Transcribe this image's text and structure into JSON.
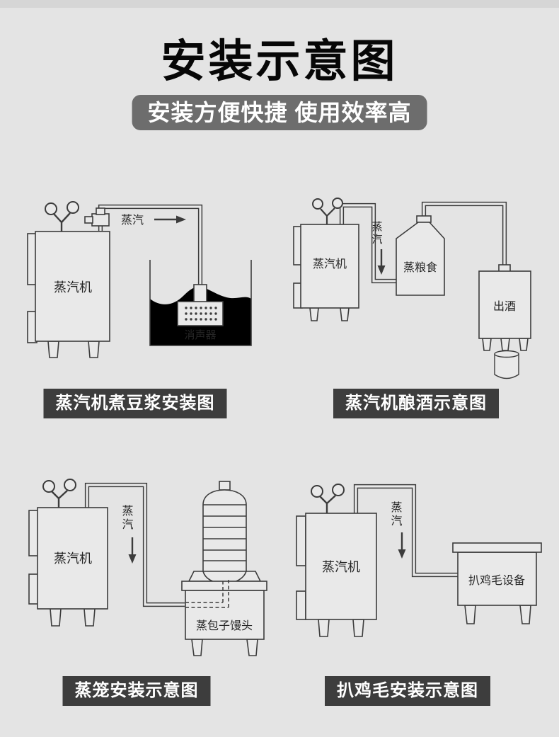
{
  "page": {
    "title": "安装示意图",
    "banner": "安装方便快捷 使用效率高"
  },
  "colors": {
    "background": "#e4e4e4",
    "shape_fill": "#e9e9e9",
    "line": "#3c3c3c",
    "water": "#b9b9b9",
    "banner_bg": "#6d6d6d",
    "badge_bg": "#3d3d3d",
    "text_on_dark": "#ffffff",
    "title_color": "#070707"
  },
  "diagrams": [
    {
      "id": "soymilk",
      "caption": "蒸汽机煮豆浆安装图",
      "machine_label": "蒸汽机",
      "steam_label": "蒸汽",
      "device_label": "消声器"
    },
    {
      "id": "brewing",
      "caption": "蒸汽机酿酒示意图",
      "machine_label": "蒸汽机",
      "steam_label": "蒸汽",
      "vessel_label": "蒸粮食",
      "output_label": "出酒"
    },
    {
      "id": "steamer",
      "caption": "蒸笼安装示意图",
      "machine_label": "蒸汽机",
      "steam_label": "蒸汽",
      "device_label": "蒸包子馒头"
    },
    {
      "id": "plucking",
      "caption": "扒鸡毛安装示意图",
      "machine_label": "蒸汽机",
      "steam_label": "蒸汽",
      "device_label": "扒鸡毛设备"
    }
  ]
}
